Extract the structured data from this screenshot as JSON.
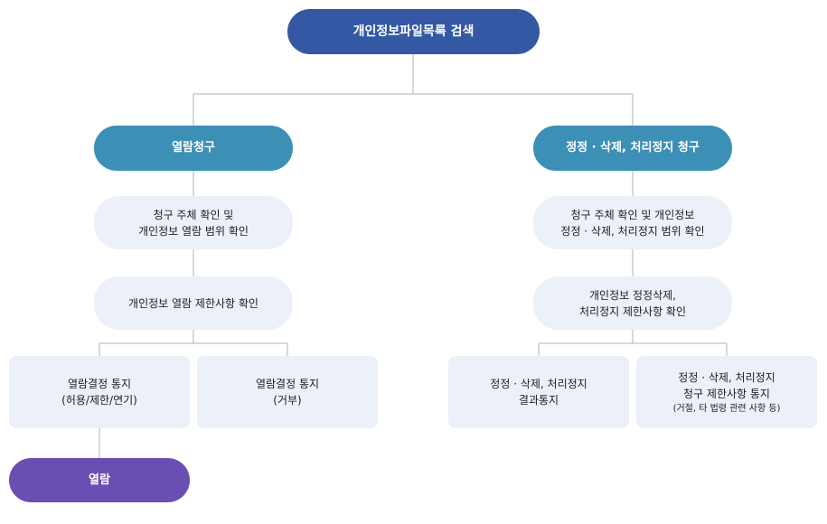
{
  "root": {
    "label": "개인정보파일목록 검색"
  },
  "left": {
    "header": "열람청구",
    "step1": [
      "청구 주체 확인 및",
      "개인정보 열람 범위 확인"
    ],
    "step2": "개인정보 열람 제한사항 확인",
    "outcome_allow": [
      "열람결정 통지",
      "(허용/제한/연기)"
    ],
    "outcome_deny": [
      "열람결정 통지",
      "(거부)"
    ],
    "final": "열람"
  },
  "right": {
    "header": "정정 · 삭제, 처리정지 청구",
    "step1": [
      "청구 주체 확인 및 개인정보",
      "정정 · 삭제, 처리정지 범위 확인"
    ],
    "step2": [
      "개인정보 정정삭제,",
      "처리정지 제한사항 확인"
    ],
    "outcome_result": [
      "정정 · 삭제, 처리정지",
      "결과통지"
    ],
    "outcome_restrict": [
      "정정 · 삭제, 처리정지",
      "청구 제한사항 통지",
      "(거절, 타 법령 관련 사항 등)"
    ]
  },
  "colors": {
    "root": "#3458a3",
    "header": "#3c8fb5",
    "light": "#ecf0f8",
    "final": "#6a4fb2",
    "connector": "#b3b3b3"
  }
}
